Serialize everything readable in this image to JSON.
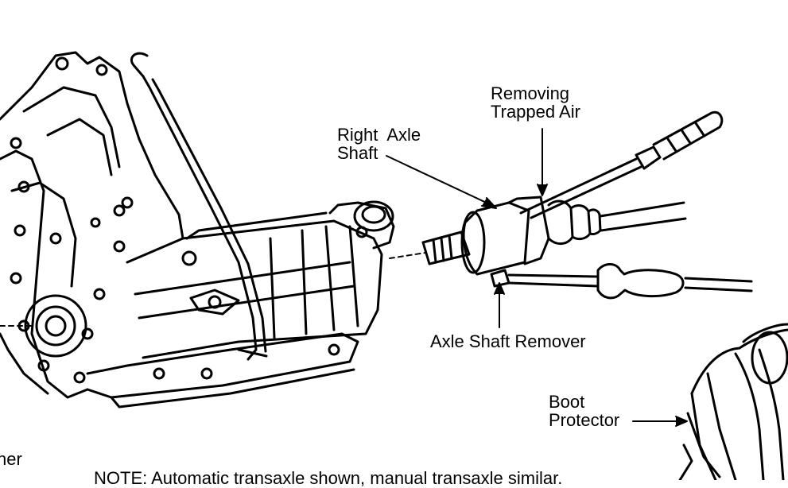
{
  "labels": {
    "removing_line1": "Removing",
    "removing_line2": "Trapped Air",
    "axle_line1": "Right  Axle",
    "axle_line2": "Shaft",
    "remover": "Axle Shaft Remover",
    "boot_line1": "Boot",
    "boot_line2": "Protector",
    "partial_left": "her",
    "note_partial": "NOTE: Automatic transaxle shown, manual transaxle similar."
  },
  "colors": {
    "ink": "#000000",
    "paper": "#ffffff"
  }
}
